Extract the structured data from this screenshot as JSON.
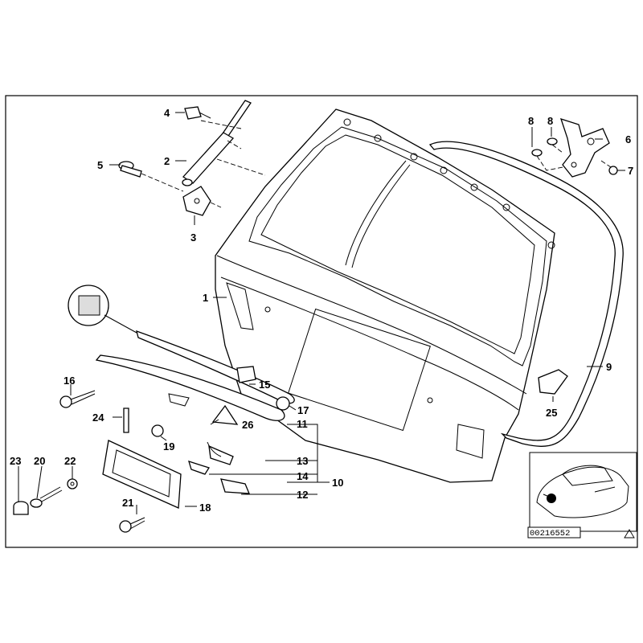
{
  "diagram": {
    "callouts": {
      "c1": "1",
      "c2": "2",
      "c3": "3",
      "c4": "4",
      "c5": "5",
      "c6": "6",
      "c7": "7",
      "c8a": "8",
      "c8b": "8",
      "c9": "9",
      "c10": "10",
      "c11": "11",
      "c12": "12",
      "c13": "13",
      "c14": "14",
      "c15": "15",
      "c16": "16",
      "c17": "17",
      "c18": "18",
      "c19": "19",
      "c20": "20",
      "c21": "21",
      "c22": "22",
      "c23": "23",
      "c24": "24",
      "c25": "25",
      "c26": "26"
    },
    "inset": {
      "reference_number": "00216552"
    }
  }
}
